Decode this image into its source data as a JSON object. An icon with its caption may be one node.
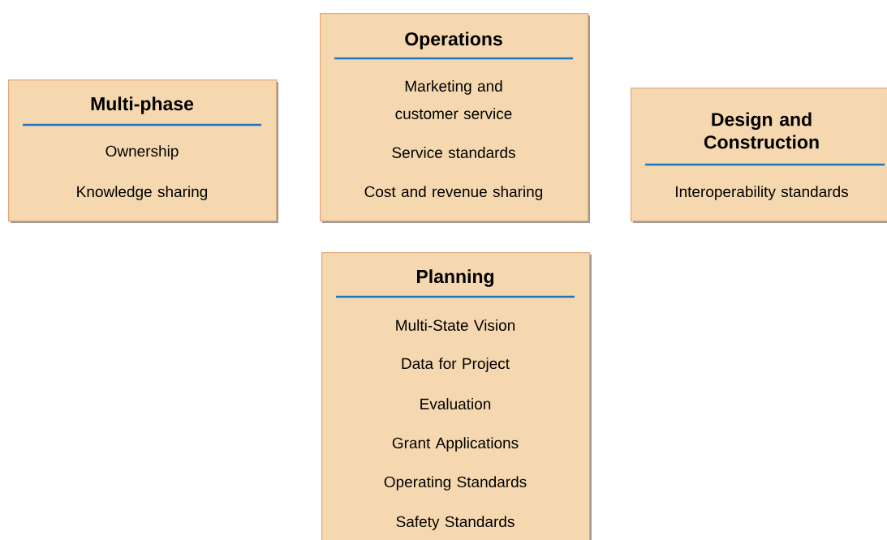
{
  "diagram": {
    "nodes": [
      {
        "text": [
          "Multi-phase",
          "Ownership",
          "Knowledge sharing"
        ]
      },
      {
        "text": [
          "Operations",
          "Marketing and customer service",
          "Service standards",
          "Cost and revenue sharing"
        ]
      },
      {
        "text": [
          "Design and Construction",
          "Interoperability standards"
        ]
      },
      {
        "text": [
          "Planning",
          "Multi-State Vision",
          "Data for Project",
          "Evaluation",
          "Grant Applications",
          "Operating Standards",
          "Safety Standards"
        ]
      }
    ]
  }
}
